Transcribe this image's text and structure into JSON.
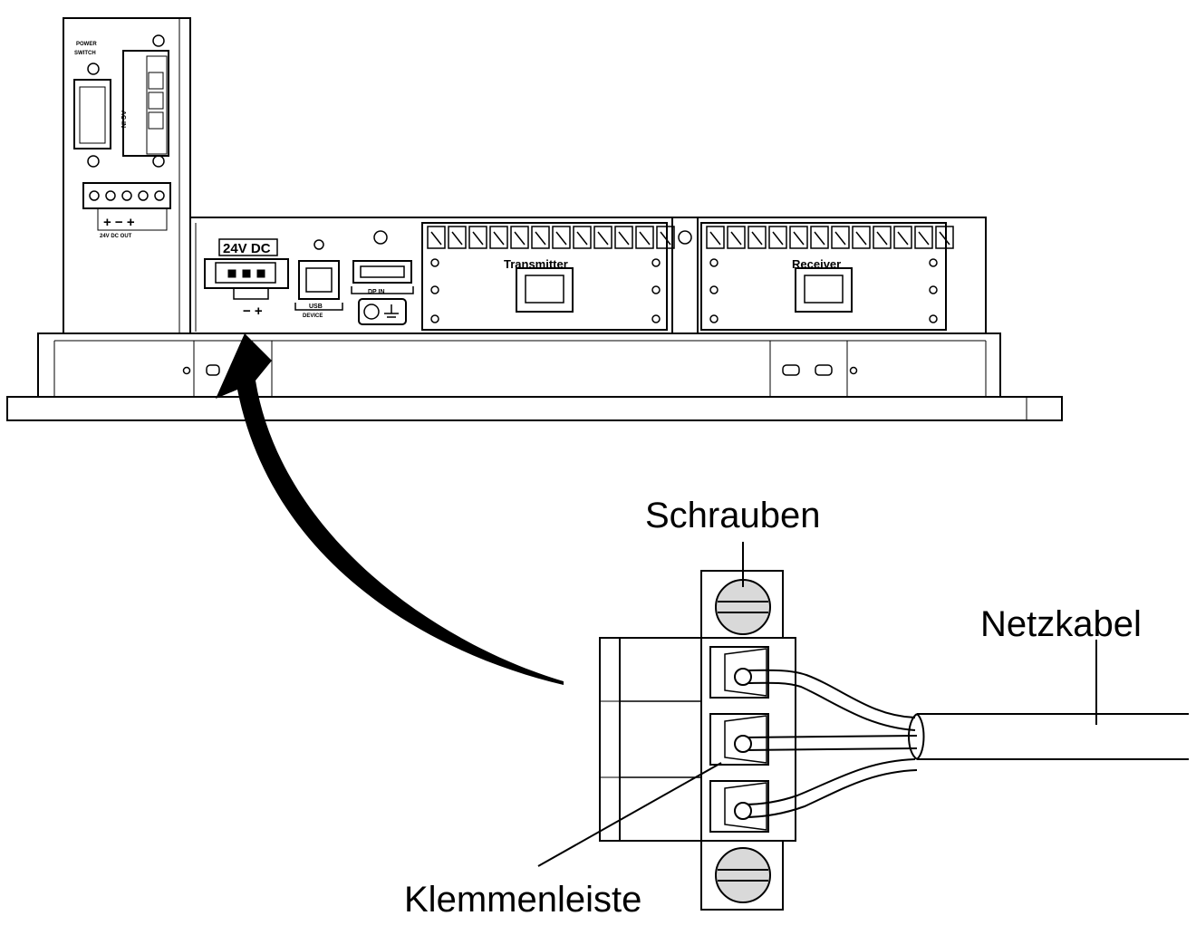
{
  "callouts": {
    "screws": "Schrauben",
    "power_cable": "Netzkabel",
    "terminal_block": "Klemmenleiste"
  },
  "device": {
    "power_switch_line1": "POWER",
    "power_switch_line2": "SWITCH",
    "ac_in": "AC IN",
    "dc_out_symbols": "+ − +",
    "dc_out_label": "24V DC OUT",
    "dc_in_label": "24V DC",
    "dc_in_symbols": "− +",
    "usb_line1": "USB",
    "usb_line2": "DEVICE",
    "dp_in": "DP IN",
    "transmitter": "Transmitter",
    "receiver": "Receiver"
  },
  "colors": {
    "line": "#000000",
    "screw_fill": "#d9d9d9",
    "background": "#ffffff"
  },
  "icons": {
    "arrow": "curved-arrow-icon",
    "ground": "ground-icon",
    "screw": "screw-icon"
  }
}
